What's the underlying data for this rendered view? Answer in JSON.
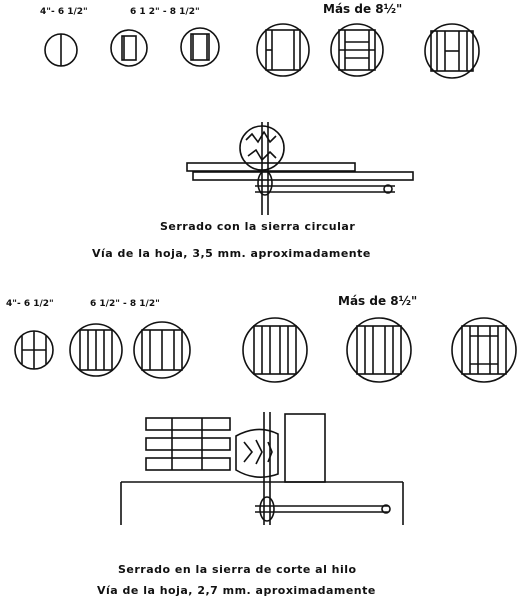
{
  "section1": {
    "size_labels": [
      "4\"- 6 1/2\"",
      "6 1 2\" - 8 1/2\"",
      "Más de 8½\""
    ],
    "caption_line1": "Serrado con la sierra circular",
    "caption_line2": "Vía de la hoja, 3,5 mm. aproximadamente"
  },
  "section2": {
    "size_labels": [
      "4\"- 6 1/2\"",
      "6 1/2\" - 8 1/2\"",
      "Más de 8½\""
    ],
    "caption_line1": "Serrado en la sierra de corte al hilo",
    "caption_line2": "Vía de la hoja, 2,7 mm. aproximadamente"
  },
  "colors": {
    "ink": "#111111",
    "paper": "#ffffff"
  }
}
